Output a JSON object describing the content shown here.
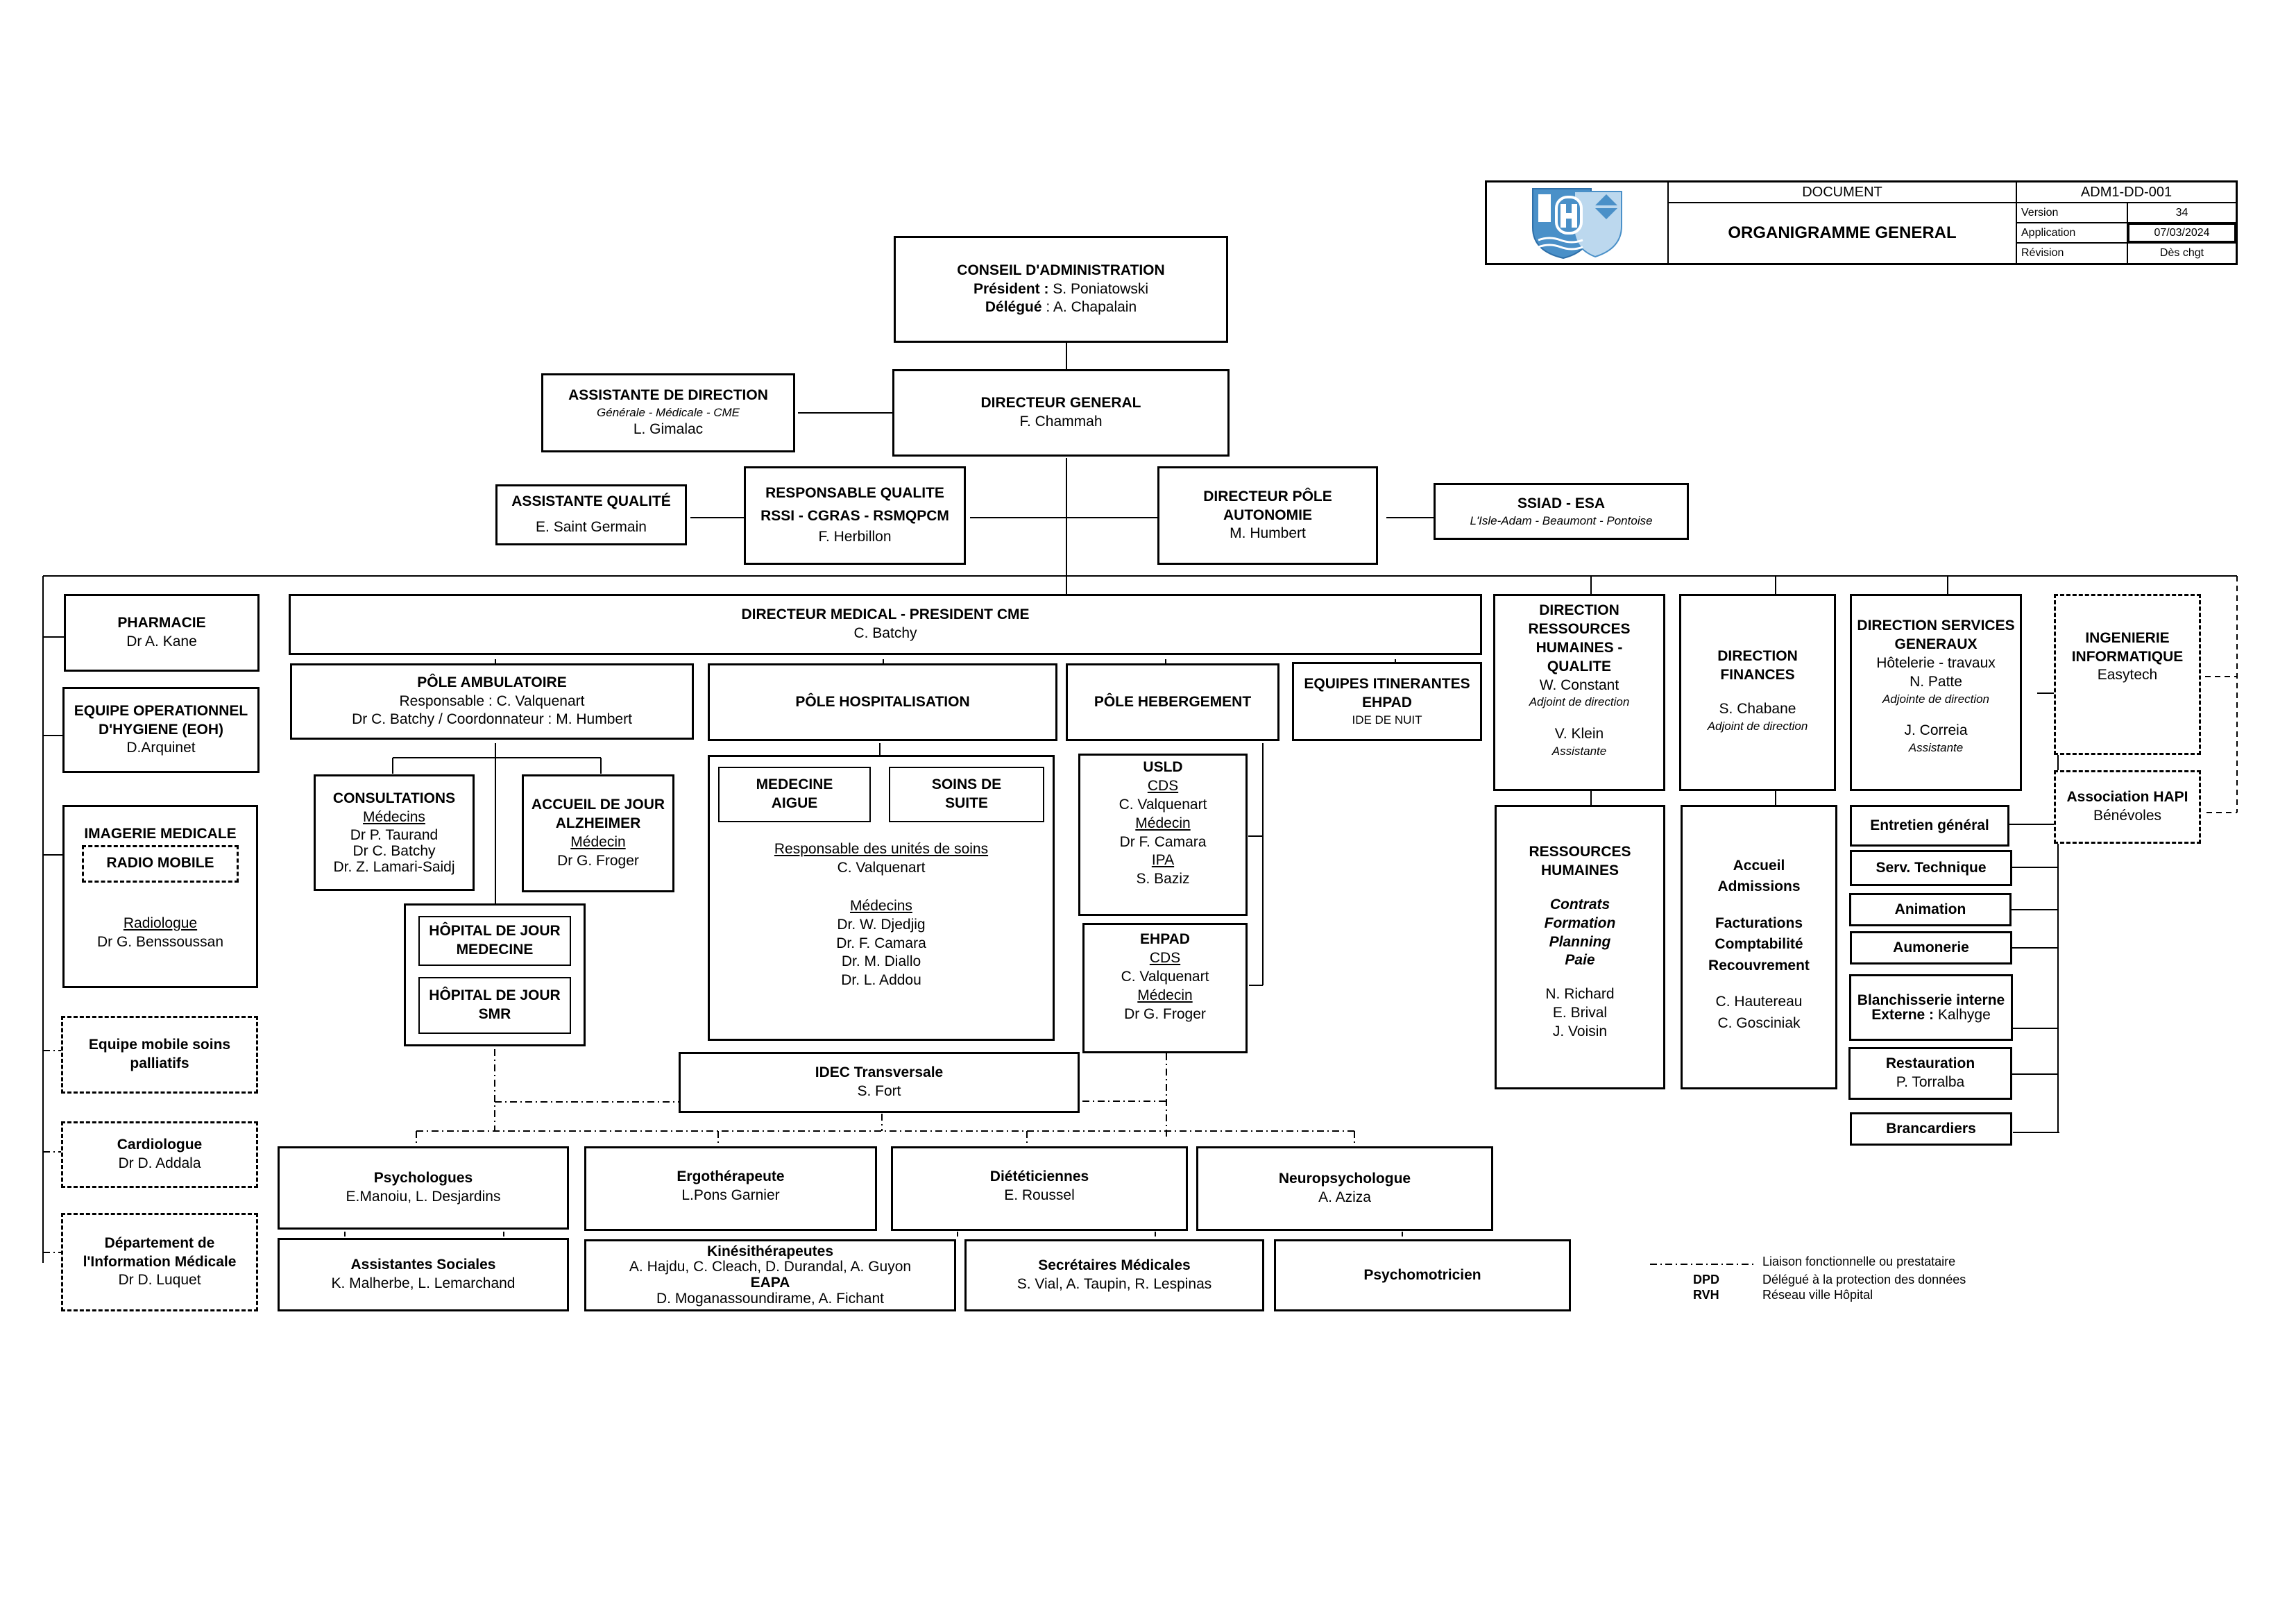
{
  "header": {
    "logo": "hospital-crest-logo",
    "document_label": "DOCUMENT",
    "title": "ORGANIGRAMME GENERAL",
    "code": "ADM1-DD-001",
    "meta": [
      {
        "label": "Version",
        "value": "34"
      },
      {
        "label": "Application",
        "value": "07/03/2024"
      },
      {
        "label": "Révision",
        "value": "Dès chgt"
      }
    ]
  },
  "top": {
    "conseil": {
      "title": "CONSEIL D'ADMINISTRATION",
      "president_label": "Président :",
      "president": " S. Poniatowski",
      "delegue_label": "Délégué",
      "delegue": " : A. Chapalain"
    },
    "directeur_general": {
      "title": "DIRECTEUR GENERAL",
      "name": "F. Chammah"
    },
    "assistante_direction": {
      "title": "ASSISTANTE DE DIRECTION",
      "subtitle": "Générale - Médicale - CME",
      "name": "L. Gimalac"
    },
    "assistante_qualite": {
      "title": "ASSISTANTE QUALITÉ",
      "name": "E. Saint Germain"
    },
    "responsable_qualite": {
      "title": "RESPONSABLE QUALITE",
      "subtitle": "RSSI - CGRAS - RSMQPCM",
      "name": "F. Herbillon"
    },
    "directeur_autonomie": {
      "title_line1": "DIRECTEUR PÔLE",
      "title_line2": "AUTONOMIE",
      "name": "M. Humbert"
    },
    "ssiad": {
      "title": "SSIAD - ESA",
      "subtitle": "L'Isle-Adam - Beaumont - Pontoise"
    }
  },
  "left_column": {
    "pharmacie": {
      "title": "PHARMACIE",
      "name": "Dr A. Kane"
    },
    "eoh": {
      "title_line1": "EQUIPE OPERATIONNEL",
      "title_line2": "D'HYGIENE (EOH)",
      "name": "D.Arquinet"
    },
    "imagerie": {
      "title": "IMAGERIE MEDICALE",
      "inner": "RADIO MOBILE",
      "role": "Radiologue",
      "name": "Dr G. Benssoussan"
    },
    "soins_palliatifs": {
      "title_line1": "Equipe mobile soins",
      "title_line2": "palliatifs"
    },
    "cardiologue": {
      "title": "Cardiologue",
      "name": "Dr D. Addala"
    },
    "dim": {
      "title_line1": "Département de",
      "title_line2": "l'Information Médicale",
      "name": "Dr D. Luquet"
    }
  },
  "medical": {
    "directeur_medical": {
      "title": "DIRECTEUR MEDICAL - PRESIDENT CME",
      "name": "C. Batchy"
    },
    "pole_ambulatoire": {
      "title": "PÔLE  AMBULATOIRE",
      "line1": "Responsable : C. Valquenart",
      "line2": "Dr C. Batchy / Coordonnateur : M. Humbert"
    },
    "consultations": {
      "title": "CONSULTATIONS",
      "role": "Médecins",
      "names": [
        "Dr P. Taurand",
        "Dr C. Batchy",
        "Dr. Z. Lamari-Saidj"
      ]
    },
    "accueil_alzheimer": {
      "title_line1": "ACCUEIL DE JOUR",
      "title_line2": "ALZHEIMER",
      "role": "Médecin",
      "name": "Dr G. Froger"
    },
    "hdj_medecine": {
      "line1": "HÔPITAL DE JOUR",
      "line2": "MEDECINE"
    },
    "hdj_smr": {
      "line1": "HÔPITAL DE JOUR",
      "line2": "SMR"
    },
    "pole_hospitalisation": {
      "title": "PÔLE HOSPITALISATION"
    },
    "medecine_aigue": {
      "line1": "MEDECINE",
      "line2": "AIGUE"
    },
    "soins_suite": {
      "line1": "SOINS DE",
      "line2": "SUITE"
    },
    "hospitalisation_detail": {
      "resp_label": "Responsable des unités de soins",
      "resp_name": "C. Valquenart",
      "med_label": "Médecins",
      "names": [
        "Dr. W. Djedjig",
        "Dr. F. Camara",
        "Dr. M. Diallo",
        "Dr. L. Addou"
      ]
    },
    "pole_hebergement": {
      "title": "PÔLE HEBERGEMENT"
    },
    "usld": {
      "title": "USLD",
      "cds_label": "CDS",
      "cds": "C. Valquenart",
      "med_label": "Médecin",
      "med": "Dr F. Camara",
      "ipa_label": "IPA",
      "ipa": "S. Baziz"
    },
    "ehpad": {
      "title": "EHPAD",
      "cds_label": "CDS",
      "cds": "C. Valquenart",
      "med_label": "Médecin",
      "med": "Dr G. Froger"
    },
    "equipes_itinerantes": {
      "title_line1": "EQUIPES ITINERANTES",
      "title_line2": "EHPAD",
      "subtitle": "IDE DE NUIT"
    },
    "idec": {
      "title": "IDEC Transversale",
      "name": "S. Fort"
    }
  },
  "paramedical": [
    {
      "title": "Psychologues",
      "names": "E.Manoiu, L. Desjardins"
    },
    {
      "title": "Ergothérapeute",
      "names": "L.Pons Garnier"
    },
    {
      "title": "Diététiciennes",
      "names": "E. Roussel"
    },
    {
      "title": "Neuropsychologue",
      "names": "A. Aziza"
    },
    {
      "title": "Assistantes Sociales",
      "names": "K. Malherbe, L. Lemarchand"
    },
    {
      "title": "Kinésithérapeutes",
      "names": "A. Hajdu, C. Cleach, D. Durandal, A. Guyon",
      "title2": "EAPA",
      "names2": "D. Moganassoundirame, A. Fichant"
    },
    {
      "title": "Secrétaires Médicales",
      "names": "S. Vial, A. Taupin, R. Lespinas"
    },
    {
      "title": "Psychomotricien",
      "names": ""
    }
  ],
  "directions": {
    "rh": {
      "lines": [
        "DIRECTION",
        "RESSOURCES",
        "HUMAINES -",
        "QUALITE"
      ],
      "name": "W. Constant",
      "role": "Adjoint de direction",
      "name2": "V. Klein",
      "role2": "Assistante"
    },
    "finances": {
      "lines": [
        "DIRECTION",
        "FINANCES"
      ],
      "name": "S. Chabane",
      "role": "Adjoint de direction"
    },
    "services_generaux": {
      "lines": [
        "DIRECTION SERVICES",
        "GENERAUX"
      ],
      "subtitle": "Hôtelerie - travaux",
      "name": "N. Patte",
      "role": "Adjointe de direction",
      "name2": "J. Correia",
      "role2": "Assistante"
    },
    "rh_detail": {
      "lines": [
        "RESSOURCES",
        "HUMAINES"
      ],
      "tasks": [
        "Contrats",
        "Formation",
        "Planning",
        "Paie"
      ],
      "names": [
        "N. Richard",
        "E. Brival",
        "J. Voisin"
      ]
    },
    "finances_detail": {
      "group1": [
        "Accueil",
        "Admissions"
      ],
      "group2": [
        "Facturations",
        "Comptabilité",
        "Recouvrement"
      ],
      "names": [
        "C. Hautereau",
        "C. Gosciniak"
      ]
    },
    "services": [
      {
        "title": "Entretien général"
      },
      {
        "title": "Serv. Technique"
      },
      {
        "title": "Animation"
      },
      {
        "title": "Aumonerie"
      },
      {
        "title": "Blanchisserie interne",
        "sub_label": "Externe :",
        "sub": " Kalhyge"
      },
      {
        "title": "Restauration",
        "name": "P. Torralba"
      },
      {
        "title": "Brancardiers"
      }
    ],
    "ingenierie": {
      "lines": [
        "INGENIERIE",
        "INFORMATIQUE"
      ],
      "name": "Easytech"
    },
    "hapi": {
      "title": "Association HAPI",
      "name": "Bénévoles"
    }
  },
  "legend": {
    "line_label": "Liaison fonctionnelle ou prestataire",
    "abbreviations": [
      {
        "abbr": "DPD",
        "meaning": "Délégué à la protection des données"
      },
      {
        "abbr": "RVH",
        "meaning": "Réseau ville Hôpital"
      }
    ]
  }
}
